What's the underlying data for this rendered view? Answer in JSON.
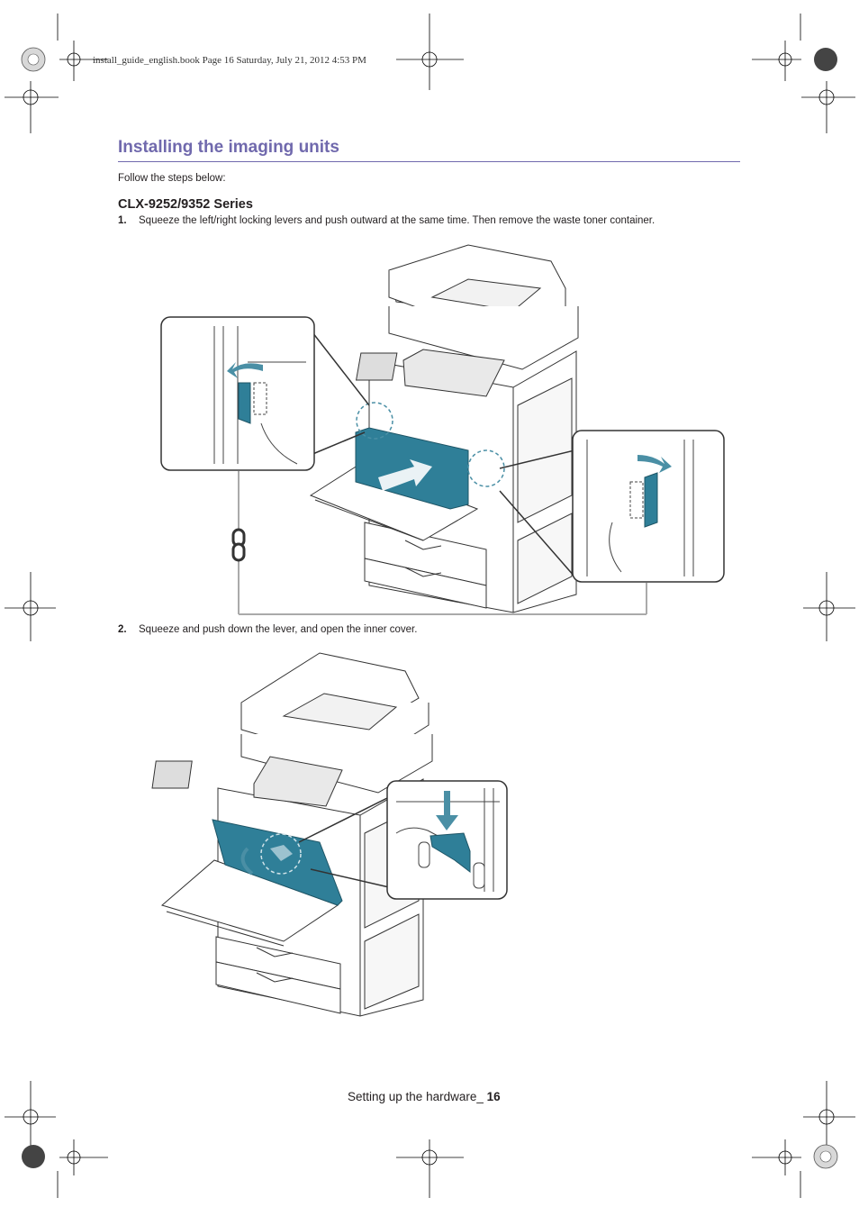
{
  "header": {
    "file_stamp": "install_guide_english.book  Page 16  Saturday, July 21, 2012  4:53 PM"
  },
  "section": {
    "title": "Installing the imaging units",
    "intro": "Follow the steps below:",
    "subheading": "CLX-9252/9352 Series"
  },
  "steps": [
    {
      "number": "1.",
      "text": "Squeeze the left/right locking levers and push outward at the same time. Then remove the waste toner container."
    },
    {
      "number": "2.",
      "text": "Squeeze and push down the lever, and open the inner cover."
    }
  ],
  "footer": {
    "label": "Setting up the hardware_ ",
    "page": "16"
  },
  "colors": {
    "accent": "#7069ad",
    "part_teal": "#2f7f98"
  }
}
